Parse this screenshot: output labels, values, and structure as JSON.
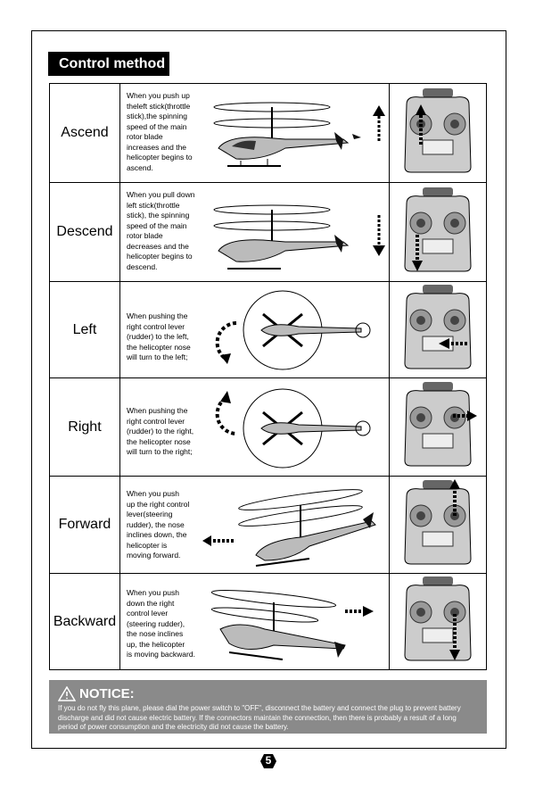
{
  "page": {
    "title": "Control method",
    "page_number": "5"
  },
  "rows": [
    {
      "name": "Ascend",
      "desc": [
        "When you push up",
        "theleft stick(throttle",
        "stick),the spinning",
        "speed of the main",
        "rotor blade",
        "increases and the",
        "helicopter begins to",
        "ascend."
      ]
    },
    {
      "name": "Descend",
      "desc": [
        "When you pull down",
        "left stick(throttle",
        "stick), the spinning",
        "speed of the main",
        "rotor blade",
        "decreases and the",
        "helicopter begins to",
        "descend."
      ]
    },
    {
      "name": "Left",
      "desc": [
        "When pushing the",
        "right control lever",
        "(rudder) to the left,",
        "the helicopter nose",
        "will turn to the left;"
      ]
    },
    {
      "name": "Right",
      "desc": [
        "When pushing the",
        "right control lever",
        "(rudder) to the right,",
        "the helicopter nose",
        "will turn to the right;"
      ]
    },
    {
      "name": "Forward",
      "desc": [
        "When you push",
        "up the right control",
        "lever(steering",
        "rudder), the nose",
        "inclines down, the",
        "helicopter is",
        "moving forward."
      ]
    },
    {
      "name": "Backward",
      "desc": [
        "When you push",
        "down the right",
        "control lever",
        "(steering rudder),",
        "the nose inclines",
        "up, the helicopter",
        "is moving backward."
      ]
    }
  ],
  "notice": {
    "heading": "NOTICE:",
    "text": "If you do not fly this plane, please dial the power switch to \"OFF\", disconnect the battery and connect the plug to prevent battery discharge and did not cause electric battery. If the connectors maintain the connection, then there is probably a result of a long period of power consumption and the electricity did not cause the battery."
  }
}
